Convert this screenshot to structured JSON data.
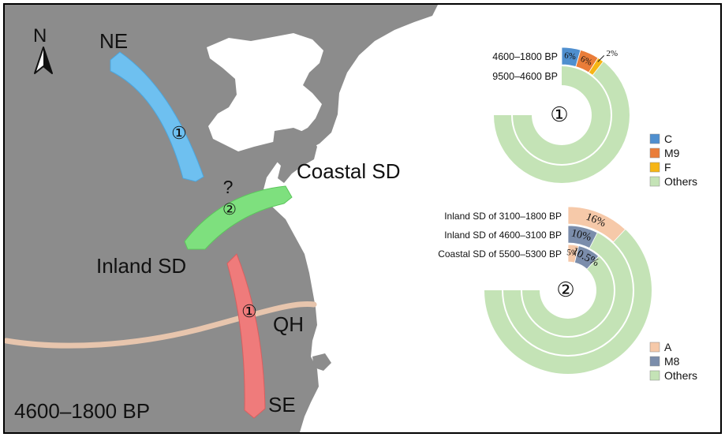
{
  "map": {
    "period_label": "4600–1800 BP",
    "north_label": "N",
    "regions": {
      "ne": "NE",
      "coastal_sd": "Coastal SD",
      "inland_sd": "Inland SD",
      "qh": "QH",
      "se": "SE"
    },
    "question_mark": "?",
    "route_markers": {
      "ne": "①",
      "sd": "②",
      "se": "①"
    },
    "colors": {
      "land": "#8c8c8c",
      "route_ne": "#6ec0f0",
      "route_sd": "#7ee07e",
      "route_se": "#ef7b7b",
      "river": "#e7c5ad"
    }
  },
  "chart_data": [
    {
      "type": "radial-bar",
      "marker": "①",
      "rings": [
        {
          "label": "4600–1800 BP",
          "segments": [
            {
              "name": "C",
              "percent": 6,
              "label": "6%"
            },
            {
              "name": "M9",
              "percent": 6,
              "label": "6%"
            },
            {
              "name": "F",
              "percent": 2,
              "label": "2%"
            }
          ]
        },
        {
          "label": "9500–4600 BP",
          "segments": []
        }
      ],
      "legend": [
        {
          "name": "C",
          "color": "#4f8fcf"
        },
        {
          "name": "M9",
          "color": "#ea7d39"
        },
        {
          "name": "F",
          "color": "#f6b515"
        },
        {
          "name": "Others",
          "color": "#c4e3b6"
        }
      ]
    },
    {
      "type": "radial-bar",
      "marker": "②",
      "rings": [
        {
          "label": "Inland SD of 3100–1800 BP",
          "segments": [
            {
              "name": "A",
              "percent": 16,
              "label": "16%"
            }
          ]
        },
        {
          "label": "Inland SD of 4600–3100 BP",
          "segments": [
            {
              "name": "M8",
              "percent": 10,
              "label": "10%"
            }
          ]
        },
        {
          "label": "Coastal SD of 5500–5300 BP",
          "segments": [
            {
              "name": "A",
              "percent": 5,
              "label": "5%"
            },
            {
              "name": "M8",
              "percent": 10.5,
              "label": "10.5%"
            }
          ]
        }
      ],
      "legend": [
        {
          "name": "A",
          "color": "#f6c9a9"
        },
        {
          "name": "M8",
          "color": "#7b8dab"
        },
        {
          "name": "Others",
          "color": "#c4e3b6"
        }
      ]
    }
  ]
}
